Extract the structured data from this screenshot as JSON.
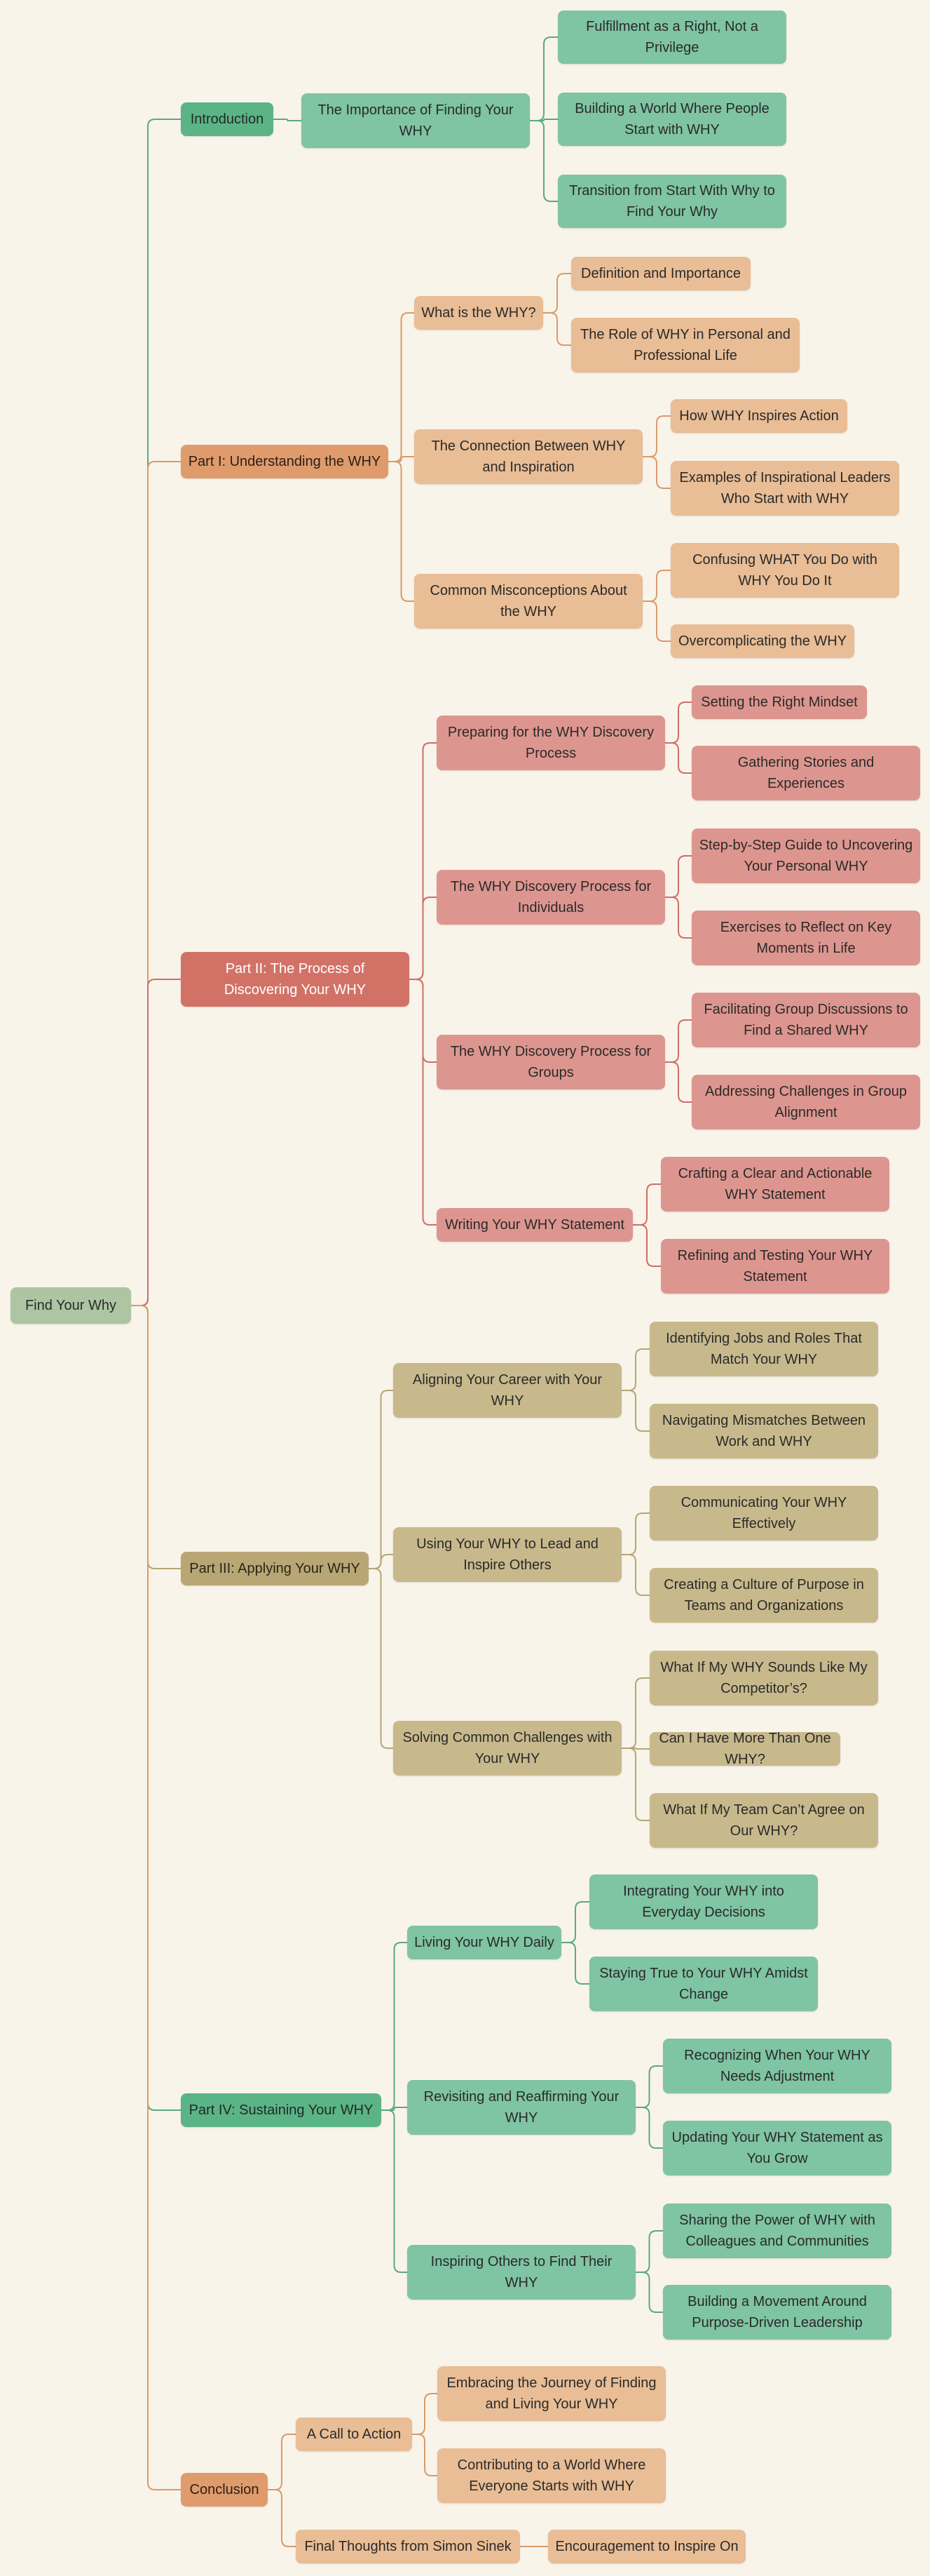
{
  "colors": {
    "background": "#f9f4ea",
    "root": "#adc5a2",
    "green_l1": "#5bb486",
    "green_l2": "#7fc4a3",
    "orange_l1": "#e09b6c",
    "orange_l2": "#e9bd95",
    "red_l1": "#d27267",
    "red_l2": "#dd968f",
    "khaki_l1": "#b8a675",
    "khaki_l2": "#c8b98c"
  },
  "mindmap": {
    "root": "Find Your Why",
    "branches": [
      {
        "label": "Introduction",
        "color": "green",
        "children": [
          {
            "label": "The Importance of Finding Your WHY",
            "children": [
              "Fulfillment as a Right, Not a Privilege",
              "Building a World Where People Start with WHY",
              "Transition from Start With Why to Find Your Why"
            ]
          }
        ]
      },
      {
        "label": "Part I: Understanding the WHY",
        "color": "orange",
        "children": [
          {
            "label": "What is the WHY?",
            "children": [
              "Definition and Importance",
              "The Role of WHY in Personal and Professional Life"
            ]
          },
          {
            "label": "The Connection Between WHY and Inspiration",
            "children": [
              "How WHY Inspires Action",
              "Examples of Inspirational Leaders Who Start with WHY"
            ]
          },
          {
            "label": "Common Misconceptions About the WHY",
            "children": [
              "Confusing WHAT You Do with WHY You Do It",
              "Overcomplicating the WHY"
            ]
          }
        ]
      },
      {
        "label": "Part II: The Process of Discovering Your WHY",
        "color": "red",
        "children": [
          {
            "label": "Preparing for the WHY Discovery Process",
            "children": [
              "Setting the Right Mindset",
              "Gathering Stories and Experiences"
            ]
          },
          {
            "label": "The WHY Discovery Process for Individuals",
            "children": [
              "Step-by-Step Guide to Uncovering Your Personal WHY",
              "Exercises to Reflect on Key Moments in Life"
            ]
          },
          {
            "label": "The WHY Discovery Process for Groups",
            "children": [
              "Facilitating Group Discussions to Find a Shared WHY",
              "Addressing Challenges in Group Alignment"
            ]
          },
          {
            "label": "Writing Your WHY Statement",
            "children": [
              "Crafting a Clear and Actionable WHY Statement",
              "Refining and Testing Your WHY Statement"
            ]
          }
        ]
      },
      {
        "label": "Part III: Applying Your WHY",
        "color": "khaki",
        "children": [
          {
            "label": "Aligning Your Career with Your WHY",
            "children": [
              "Identifying Jobs and Roles That Match Your WHY",
              "Navigating Mismatches Between Work and WHY"
            ]
          },
          {
            "label": "Using Your WHY to Lead and Inspire Others",
            "children": [
              "Communicating Your WHY Effectively",
              "Creating a Culture of Purpose in Teams and Organizations"
            ]
          },
          {
            "label": "Solving Common Challenges with Your WHY",
            "children": [
              "What If My WHY Sounds Like My Competitor’s?",
              "Can I Have More Than One WHY?",
              "What If My Team Can’t Agree on Our WHY?"
            ]
          }
        ]
      },
      {
        "label": "Part IV: Sustaining Your WHY",
        "color": "green",
        "children": [
          {
            "label": "Living Your WHY Daily",
            "children": [
              "Integrating Your WHY into Everyday Decisions",
              "Staying True to Your WHY Amidst Change"
            ]
          },
          {
            "label": "Revisiting and Reaffirming Your WHY",
            "children": [
              "Recognizing When Your WHY Needs Adjustment",
              "Updating Your WHY Statement as You Grow"
            ]
          },
          {
            "label": "Inspiring Others to Find Their WHY",
            "children": [
              "Sharing the Power of WHY with Colleagues and Communities",
              "Building a Movement Around Purpose-Driven Leadership"
            ]
          }
        ]
      },
      {
        "label": "Conclusion",
        "color": "orange",
        "children": [
          {
            "label": "A Call to Action",
            "children": [
              "Embracing the Journey of Finding and Living Your WHY",
              "Contributing to a World Where Everyone Starts with WHY"
            ]
          },
          {
            "label": "Final Thoughts from Simon Sinek",
            "children": [
              "Encouragement to Inspire On"
            ]
          }
        ]
      }
    ]
  }
}
